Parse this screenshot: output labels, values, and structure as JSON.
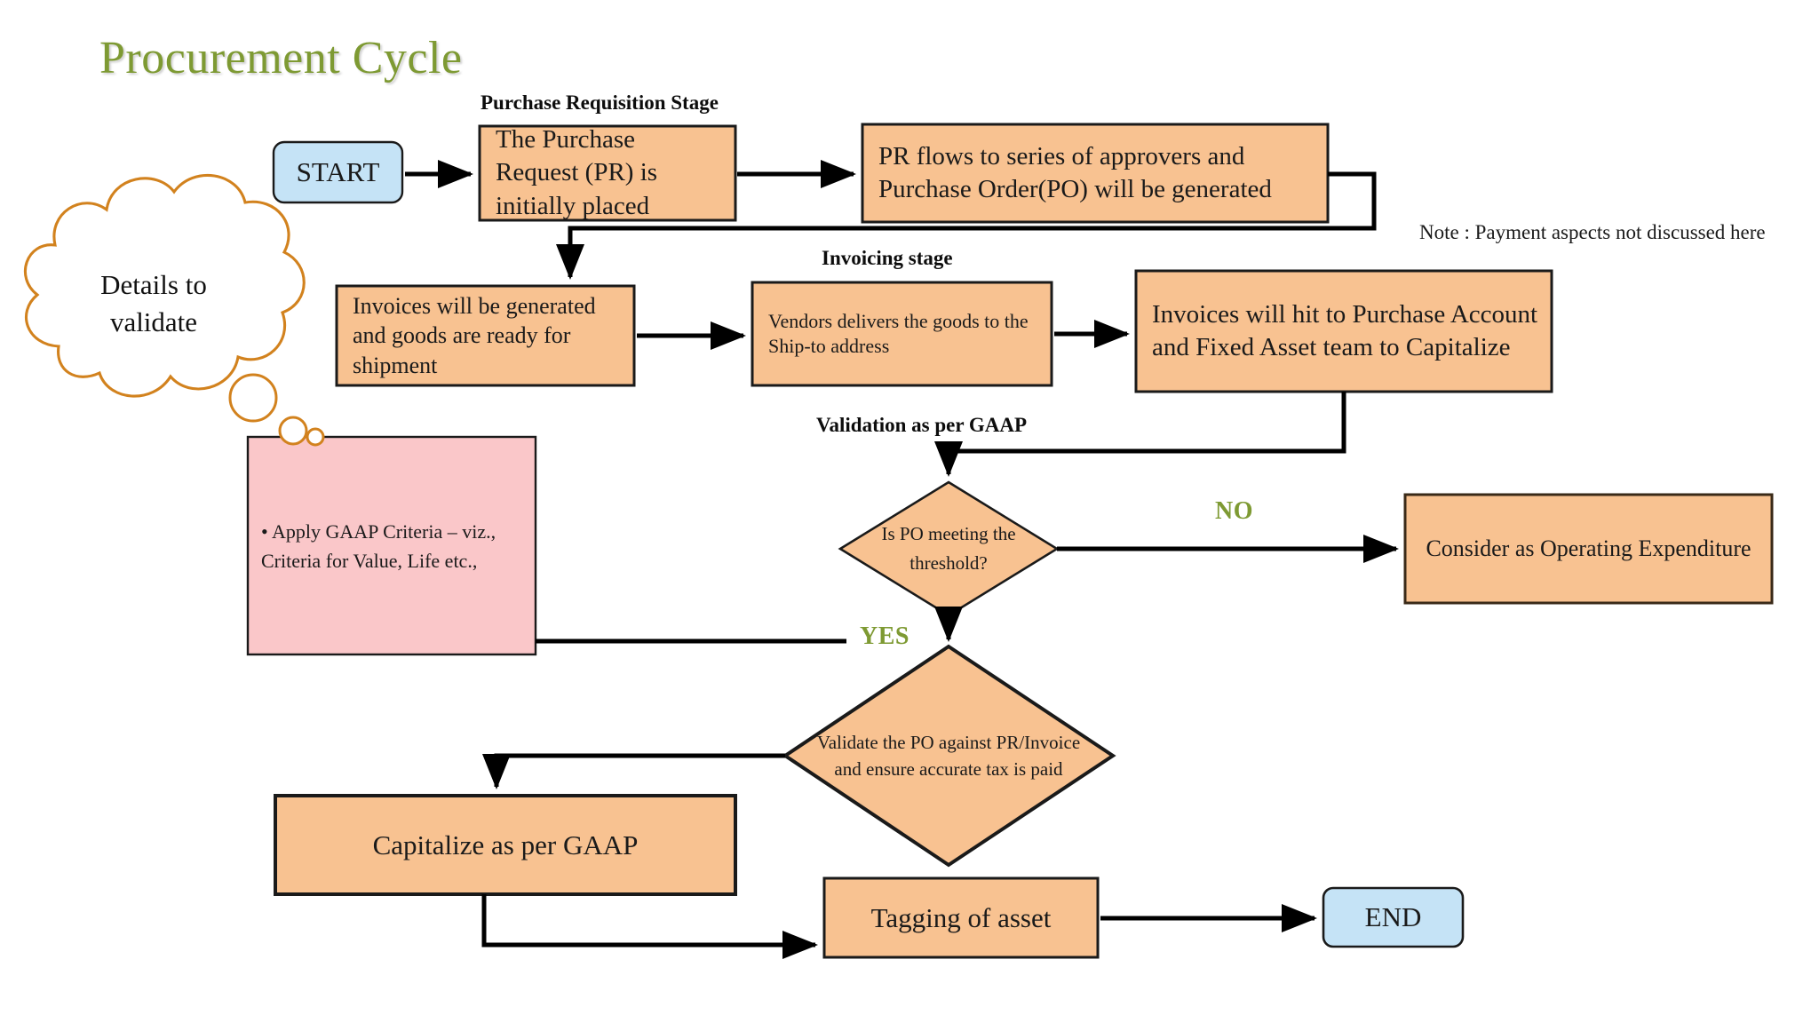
{
  "title": "Procurement Cycle",
  "note": "Note : Payment aspects not discussed here",
  "colors": {
    "title_green": "#7e9a33",
    "process_fill": "#f8c291",
    "process_stroke": "#1a1a1a",
    "terminator_fill": "#c5e3f6",
    "terminator_stroke": "#1a1a1a",
    "criteria_fill": "#fac7c9",
    "cloud_stroke": "#d2821e",
    "arrow_color": "#000000",
    "branch_label_green": "#7e9a33"
  },
  "stage_labels": {
    "purchase_requisition": "Purchase Requisition Stage",
    "invoicing": "Invoicing stage",
    "validation": "Validation as per GAAP"
  },
  "branch_labels": {
    "no": "NO",
    "yes": "YES"
  },
  "cloud": {
    "line1": "Details to",
    "line2": "validate"
  },
  "nodes": {
    "start": "START",
    "purchase_request": "The Purchase Request (PR) is initially placed",
    "pr_flows": "PR flows to series of approvers and Purchase Order(PO) will be generated",
    "invoices_generated": "Invoices will be generated and goods are ready for shipment",
    "vendors_deliver": "Vendors delivers the goods to the Ship-to address",
    "invoices_hit": "Invoices will hit to Purchase Account and Fixed Asset team to Capitalize",
    "gaap_criteria": "•     Apply GAAP Criteria – viz., Criteria for Value, Life etc.,",
    "decision_threshold": "Is PO meeting the threshold?",
    "operating_expenditure": "Consider as Operating Expenditure",
    "decision_validate": "Validate the PO against PR/Invoice and ensure accurate tax is paid",
    "capitalize": "Capitalize as per GAAP",
    "tagging": "Tagging of asset",
    "end": "END"
  }
}
